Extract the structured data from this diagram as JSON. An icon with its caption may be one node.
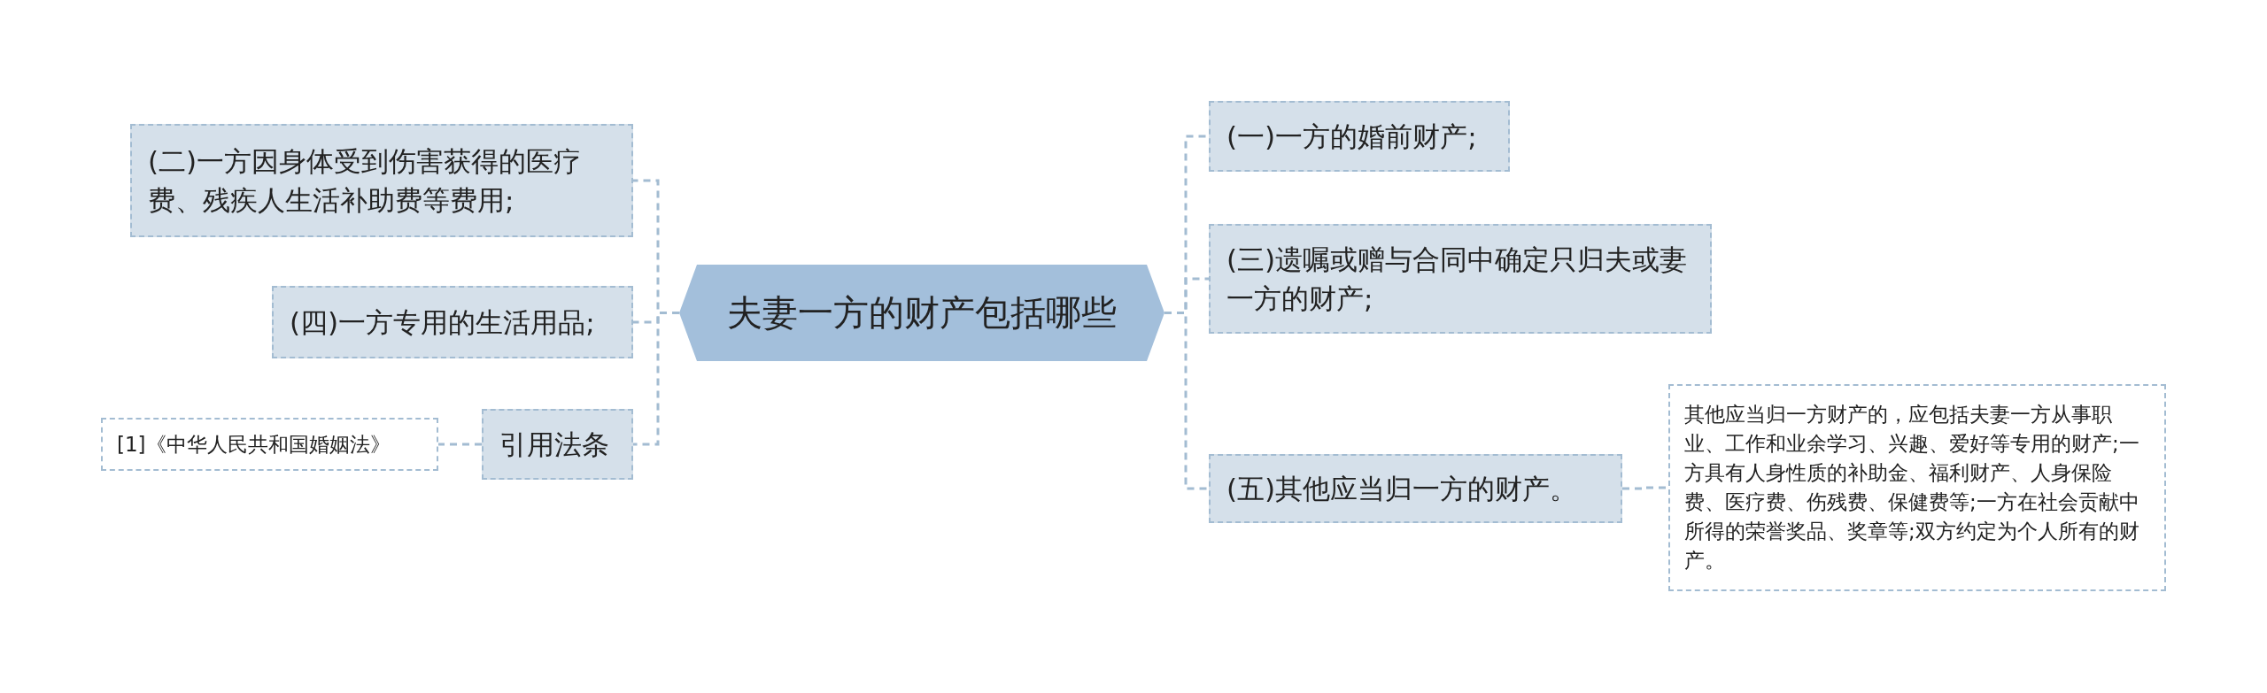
{
  "diagram": {
    "nodes": [
      {
        "text": [
          "夫妻一方的财产包括哪些"
        ]
      },
      {
        "text": [
          "(二)一方因身体受到伤害获得的医疗费、残疾人生活补助费等费用;"
        ]
      },
      {
        "text": [
          "(四)一方专用的生活用品;"
        ]
      },
      {
        "text": [
          "引用法条"
        ]
      },
      {
        "text": [
          "[1]《中华人民共和国婚姻法》"
        ]
      },
      {
        "text": [
          "(一)一方的婚前财产;"
        ]
      },
      {
        "text": [
          "(三)遗嘱或赠与合同中确定只归夫或妻一方的财产;"
        ]
      },
      {
        "text": [
          "(五)其他应当归一方的财产。"
        ]
      },
      {
        "text": [
          "其他应当归一方财产的，应包括夫妻一方从事职业、工作和业余学习、兴趣、爱好等专用的财产;一方具有人身性质的补助金、福利财产、人身保险费、医疗费、伤残费、保健费等;一方在社会贡献中所得的荣誉奖品、奖章等;双方约定为个人所有的财产。"
        ]
      }
    ],
    "edges": [
      {
        "from": 0,
        "to": 1,
        "arrow": "none"
      },
      {
        "from": 0,
        "to": 2,
        "arrow": "none"
      },
      {
        "from": 0,
        "to": 3,
        "arrow": "none"
      },
      {
        "from": 3,
        "to": 4,
        "arrow": "none"
      },
      {
        "from": 0,
        "to": 5,
        "arrow": "none"
      },
      {
        "from": 0,
        "to": 6,
        "arrow": "none"
      },
      {
        "from": 0,
        "to": 7,
        "arrow": "none"
      },
      {
        "from": 7,
        "to": 8,
        "arrow": "none"
      }
    ]
  }
}
